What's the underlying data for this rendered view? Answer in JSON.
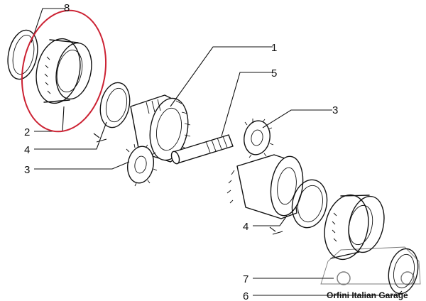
{
  "callouts": {
    "c8": "8",
    "c1": "1",
    "c5": "5",
    "c3a": "3",
    "c2": "2",
    "c4a": "4",
    "c3b": "3",
    "c4b": "4",
    "c7": "7",
    "c6": "6"
  },
  "watermark": {
    "text": "Orfini Italian Garage"
  },
  "colors": {
    "highlight": "#cc2233",
    "line": "#111111"
  }
}
